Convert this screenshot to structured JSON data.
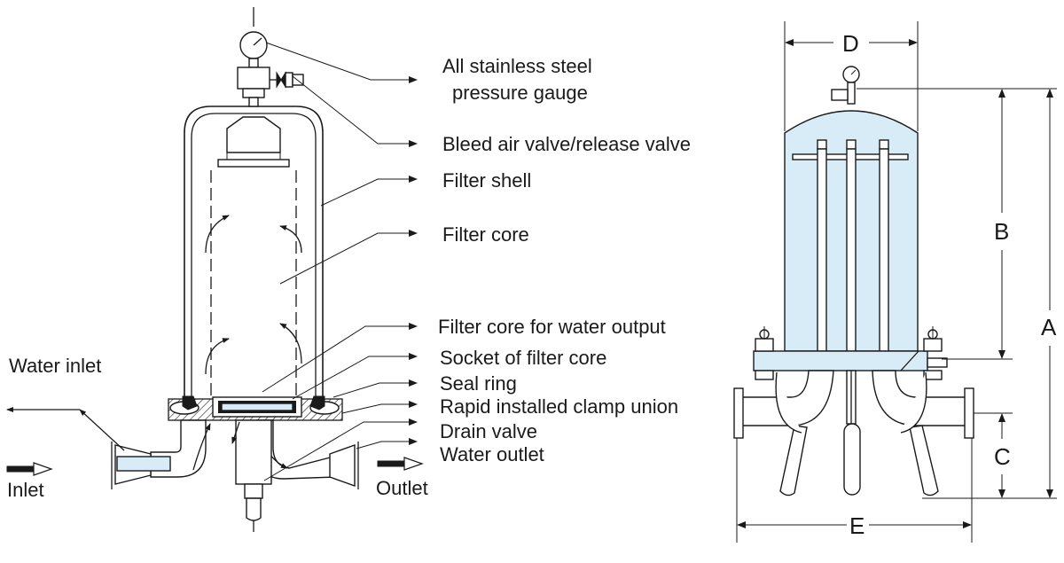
{
  "labels": {
    "gauge_line1": "All stainless steel",
    "gauge_line2": "pressure gauge",
    "bleed_valve": "Bleed air valve/release valve",
    "filter_shell": "Filter shell",
    "filter_core": "Filter core",
    "core_output": "Filter core for water output",
    "core_socket": "Socket of filter core",
    "seal_ring": "Seal ring",
    "clamp_union": "Rapid installed clamp union",
    "drain_valve": "Drain valve",
    "water_outlet": "Water outlet",
    "water_inlet": "Water inlet",
    "inlet": "Inlet",
    "outlet": "Outlet"
  },
  "dimensions": {
    "a": "A",
    "b": "B",
    "c": "C",
    "d": "D",
    "e": "E"
  },
  "colors": {
    "line": "#1a1a1a",
    "fill_blue": "#d8ecf7",
    "background": "#ffffff"
  }
}
